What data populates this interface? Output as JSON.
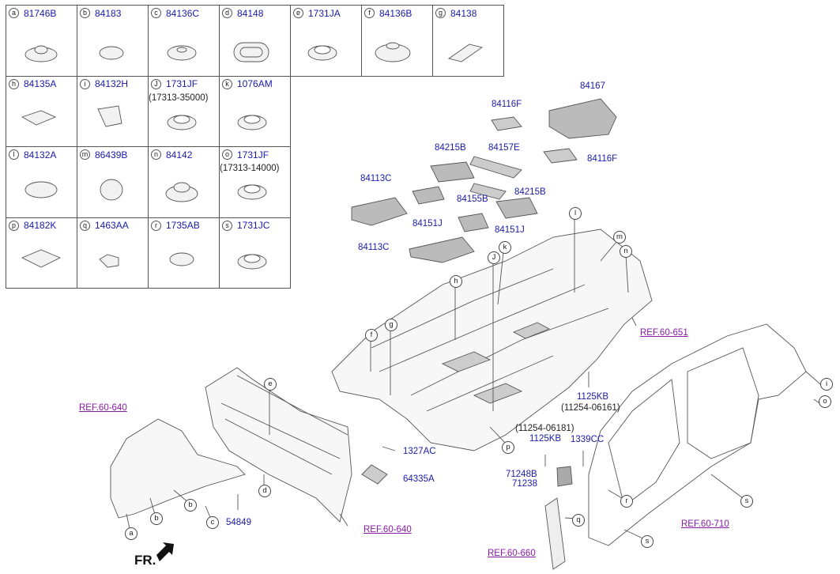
{
  "legend": [
    {
      "code": "a",
      "part": "81746B"
    },
    {
      "code": "b",
      "part": "84183"
    },
    {
      "code": "c",
      "part": "84136C"
    },
    {
      "code": "d",
      "part": "84148"
    },
    {
      "code": "e",
      "part": "1731JA"
    },
    {
      "code": "f",
      "part": "84136B"
    },
    {
      "code": "g",
      "part": "84138"
    },
    {
      "code": "h",
      "part": "84135A"
    },
    {
      "code": "i",
      "part": "84132H"
    },
    {
      "code": "J",
      "part": "1731JF",
      "sub": "(17313-35000)"
    },
    {
      "code": "k",
      "part": "1076AM"
    },
    {
      "code": "l",
      "part": "84132A"
    },
    {
      "code": "m",
      "part": "86439B"
    },
    {
      "code": "n",
      "part": "84142"
    },
    {
      "code": "o",
      "part": "1731JF",
      "sub": "(17313-14000)"
    },
    {
      "code": "p",
      "part": "84182K"
    },
    {
      "code": "q",
      "part": "1463AA"
    },
    {
      "code": "r",
      "part": "1735AB"
    },
    {
      "code": "s",
      "part": "1731JC"
    }
  ],
  "parts": {
    "p84167": "84167",
    "p84116F_a": "84116F",
    "p84116F_b": "84116F",
    "p84215B_a": "84215B",
    "p84157E": "84157E",
    "p84113C_a": "84113C",
    "p84155B": "84155B",
    "p84215B_b": "84215B",
    "p84151J_a": "84151J",
    "p84151J_b": "84151J",
    "p84113C_b": "84113C",
    "p1125KB_a": "1125KB",
    "p11254_06161": "(11254-06161)",
    "p11254_06181": "(11254-06181)",
    "p1125KB_b": "1125KB",
    "p1339CC": "1339CC",
    "p71248B": "71248B",
    "p71238": "71238",
    "p1327AC": "1327AC",
    "p64335A": "64335A",
    "p54849": "54849"
  },
  "refs": {
    "r651": "REF.60-651",
    "r640a": "REF.60-640",
    "r640b": "REF.60-640",
    "r710": "REF.60-710",
    "r660": "REF.60-660"
  },
  "callouts": {
    "l": "l",
    "m": "m",
    "n": "n",
    "k": "k",
    "J": "J",
    "h": "h",
    "g": "g",
    "f": "f",
    "e": "e",
    "i": "i",
    "o": "o",
    "p": "p",
    "d": "d",
    "a": "a",
    "b1": "b",
    "b2": "b",
    "c": "c",
    "r": "r",
    "s1": "s",
    "s2": "s",
    "q": "q"
  },
  "front_label": "FR."
}
